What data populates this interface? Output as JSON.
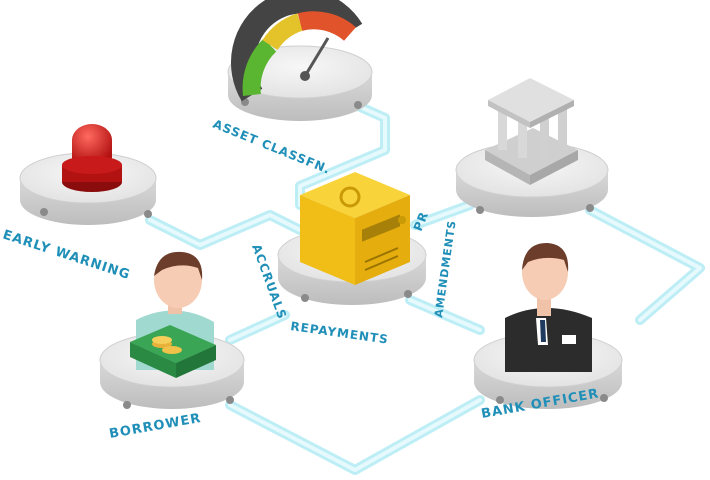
{
  "nodes": {
    "asset_classification": {
      "label": "ASSET CLASSFN.",
      "icon": "gauge-icon"
    },
    "early_warning": {
      "label": "EARLY WARNING",
      "icon": "alarm-siren-icon"
    },
    "bank": {
      "label": "",
      "icon": "bank-building-icon"
    },
    "engine": {
      "label": "",
      "icon": "processing-engine-icon"
    },
    "borrower": {
      "label": "BORROWER",
      "icon": "borrower-person-icon"
    },
    "bank_officer": {
      "label": "BANK OFFICER",
      "icon": "bank-officer-person-icon"
    }
  },
  "ring_labels": {
    "accruals": "ACCRUALS",
    "repayments": "REPAYMENTS",
    "amendments": "AMENDMENTS",
    "pr": "PR"
  },
  "colors": {
    "label": "#1f8fb8",
    "connector": "#bdeef6",
    "platform": "#e4e4e4",
    "engine": "#f5cb1f",
    "alarm": "#cc1f1f"
  }
}
